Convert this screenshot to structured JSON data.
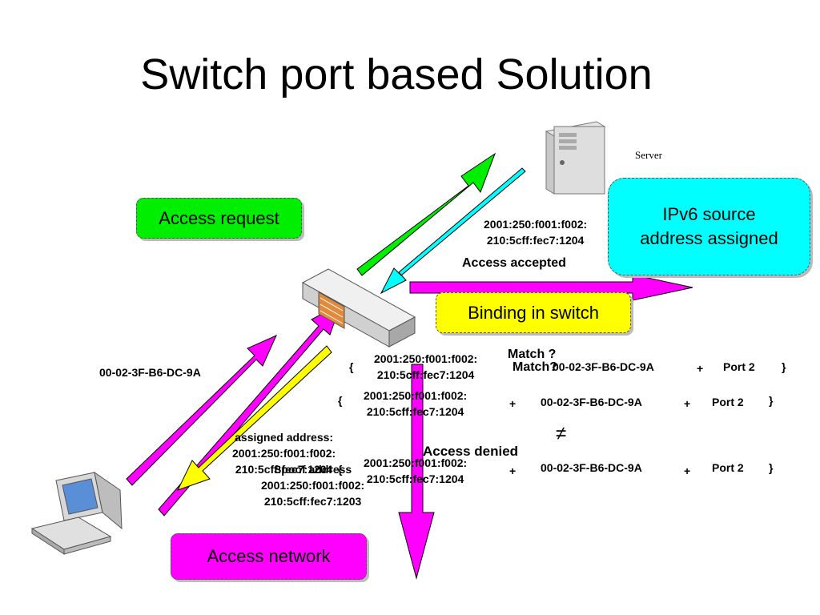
{
  "title": "Switch port based Solution",
  "server_label": "Server",
  "boxes": {
    "access_request": "Access request",
    "ipv6_line1": "IPv6 source",
    "ipv6_line2": "address assigned",
    "binding": "Binding in switch",
    "access_network": "Access network"
  },
  "labels": {
    "assigned_addr_l1": "2001:250:f001:f002:",
    "assigned_addr_l2": "210:5cff:fec7:1204",
    "access_accepted": "Access accepted",
    "mac_left": "00-02-3F-B6-DC-9A",
    "match_q1": "Match ?",
    "match_q2": "Match?",
    "access_denied": "Access denied",
    "not_equal": "≠",
    "left_l1": "assigned address:",
    "left_l2": "2001:250:f001:f002:",
    "left_l3": "210:5cff:fec7:1204",
    "left_l4": "Spoof address",
    "left_l5": "2001:250:f001:f002:",
    "left_l6": "210:5cff:fec7:1203"
  },
  "binding_rows": [
    {
      "brace_open": "{",
      "addr_l1": "2001:250:f001:f002:",
      "addr_l2": "210:5cff:fec7:1204",
      "plus1": "+",
      "mac": "00-02-3F-B6-DC-9A",
      "plus2": "+",
      "port": "Port 2",
      "brace_close": "}"
    },
    {
      "brace_open": "{",
      "addr_l1": "2001:250:f001:f002:",
      "addr_l2": "210:5cff:fec7:1204",
      "plus1": "+",
      "mac": "00-02-3F-B6-DC-9A",
      "plus2": "+",
      "port": "Port 2",
      "brace_close": "}"
    },
    {
      "brace_open": "{",
      "addr_l1": "2001:250:f001:f002:",
      "addr_l2": "210:5cff:fec7:1204",
      "plus1": "+",
      "mac": "00-02-3F-B6-DC-9A",
      "plus2": "+",
      "port": "Port 2",
      "brace_close": "}"
    }
  ],
  "colors": {
    "green": "#00ee00",
    "cyan": "#00ffff",
    "magenta": "#ff00ff",
    "yellow": "#ffff00"
  },
  "icons": [
    "server-icon",
    "switch-icon",
    "computer-icon"
  ]
}
